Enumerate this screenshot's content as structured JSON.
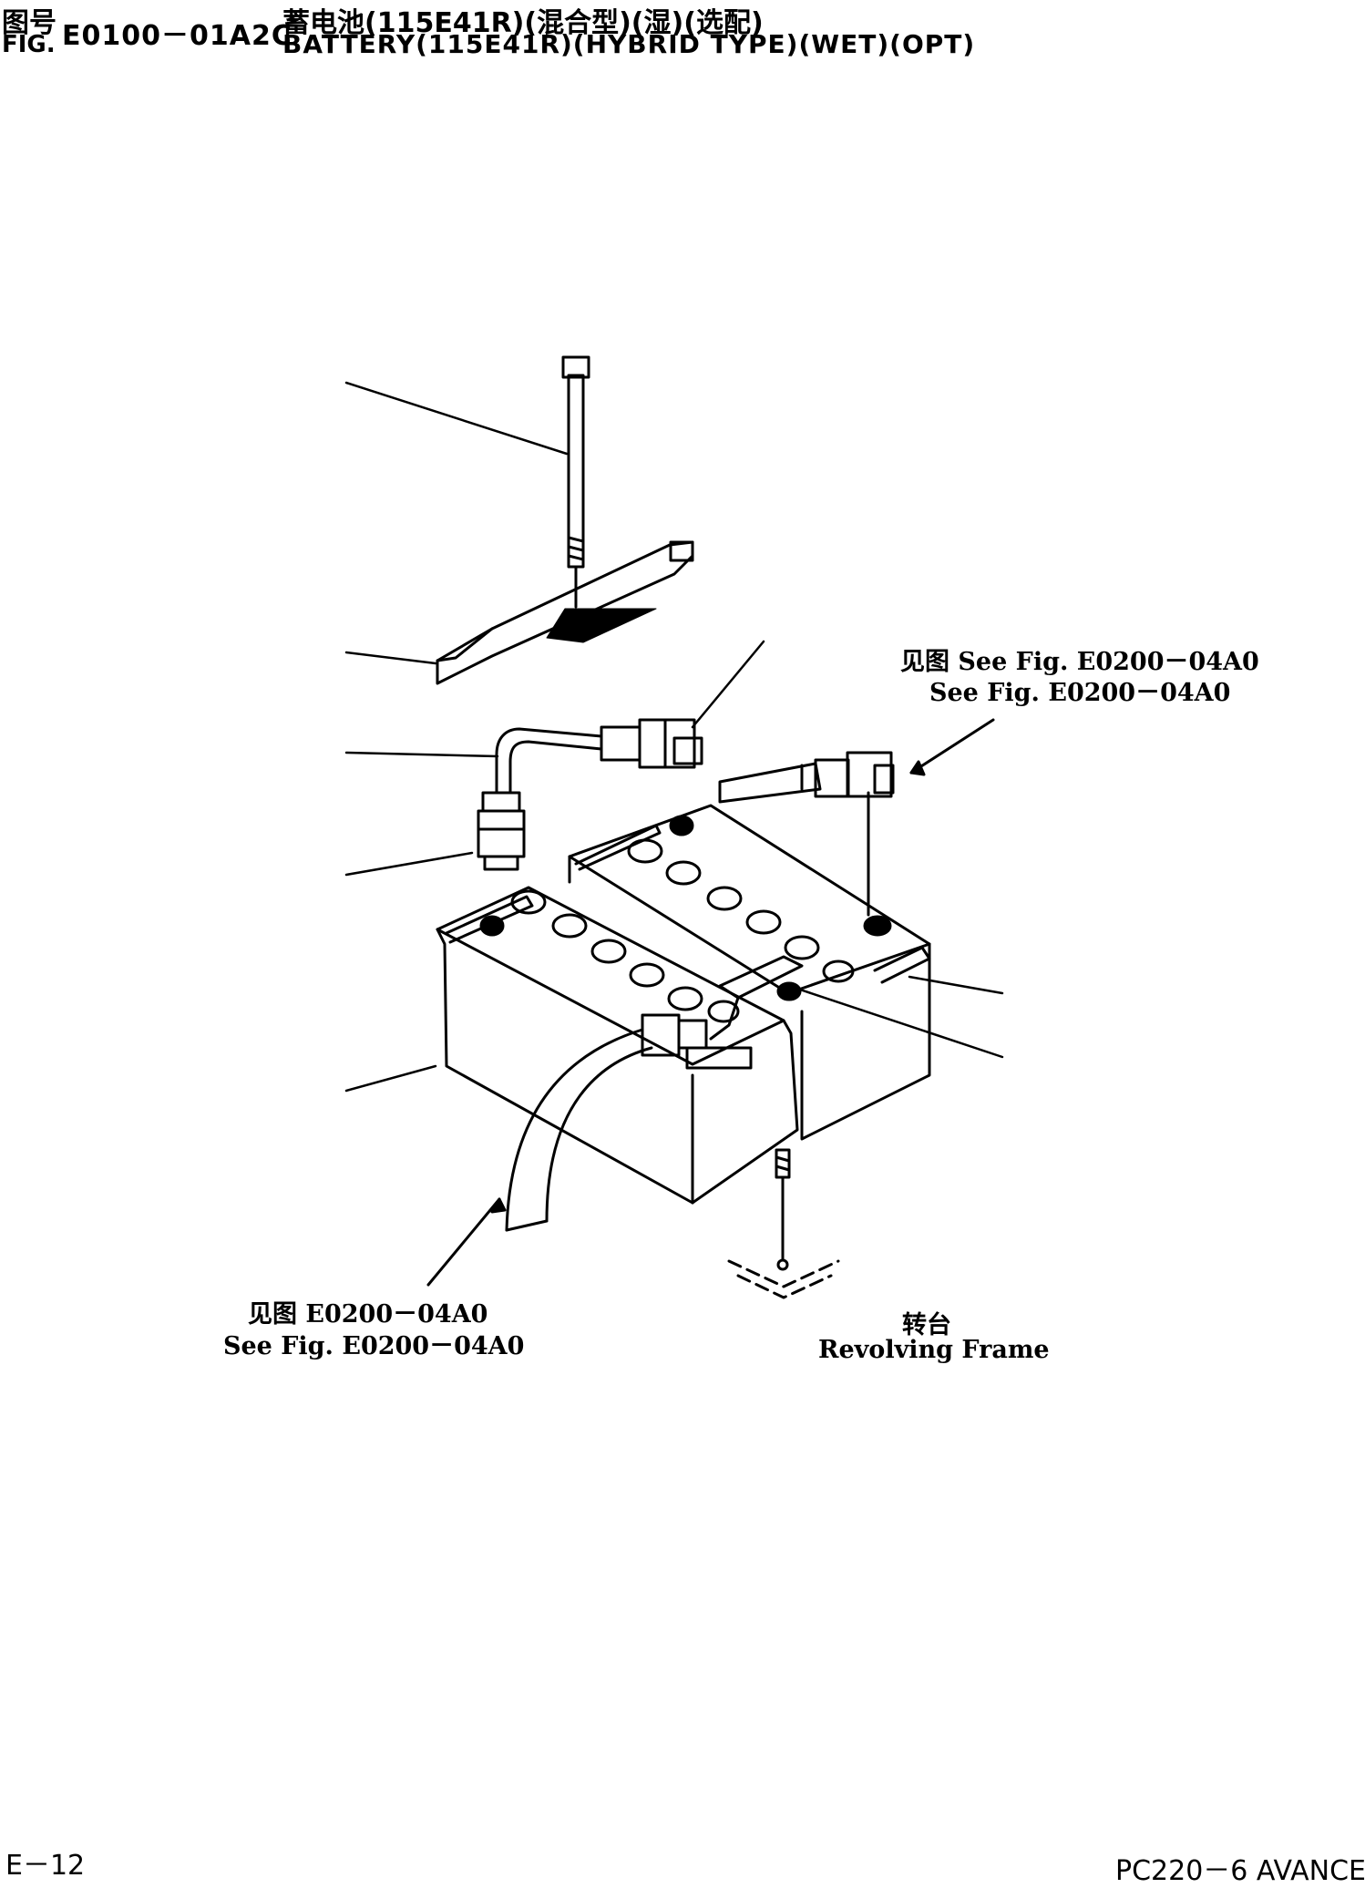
{
  "header": {
    "zh_label": "图号",
    "en_label": "FIG.",
    "code": "E0100－01A2C",
    "title_zh": "蓄电池(115E41R)(混合型)(湿)(选配)",
    "title_en": "BATTERY(115E41R)(HYBRID TYPE)(WET)(OPT)"
  },
  "annotations": {
    "right_ref_zh": "见图 See Fig. E0200－04A0",
    "right_ref_en": "See Fig. E0200－04A0",
    "left_ref_zh": "见图 E0200－04A0",
    "left_ref_en": "See Fig. E0200－04A0",
    "frame_zh": "转台",
    "frame_en": "Revolving Frame"
  },
  "footer": {
    "page": "E－12",
    "model": "PC220－6 AVANCE"
  }
}
